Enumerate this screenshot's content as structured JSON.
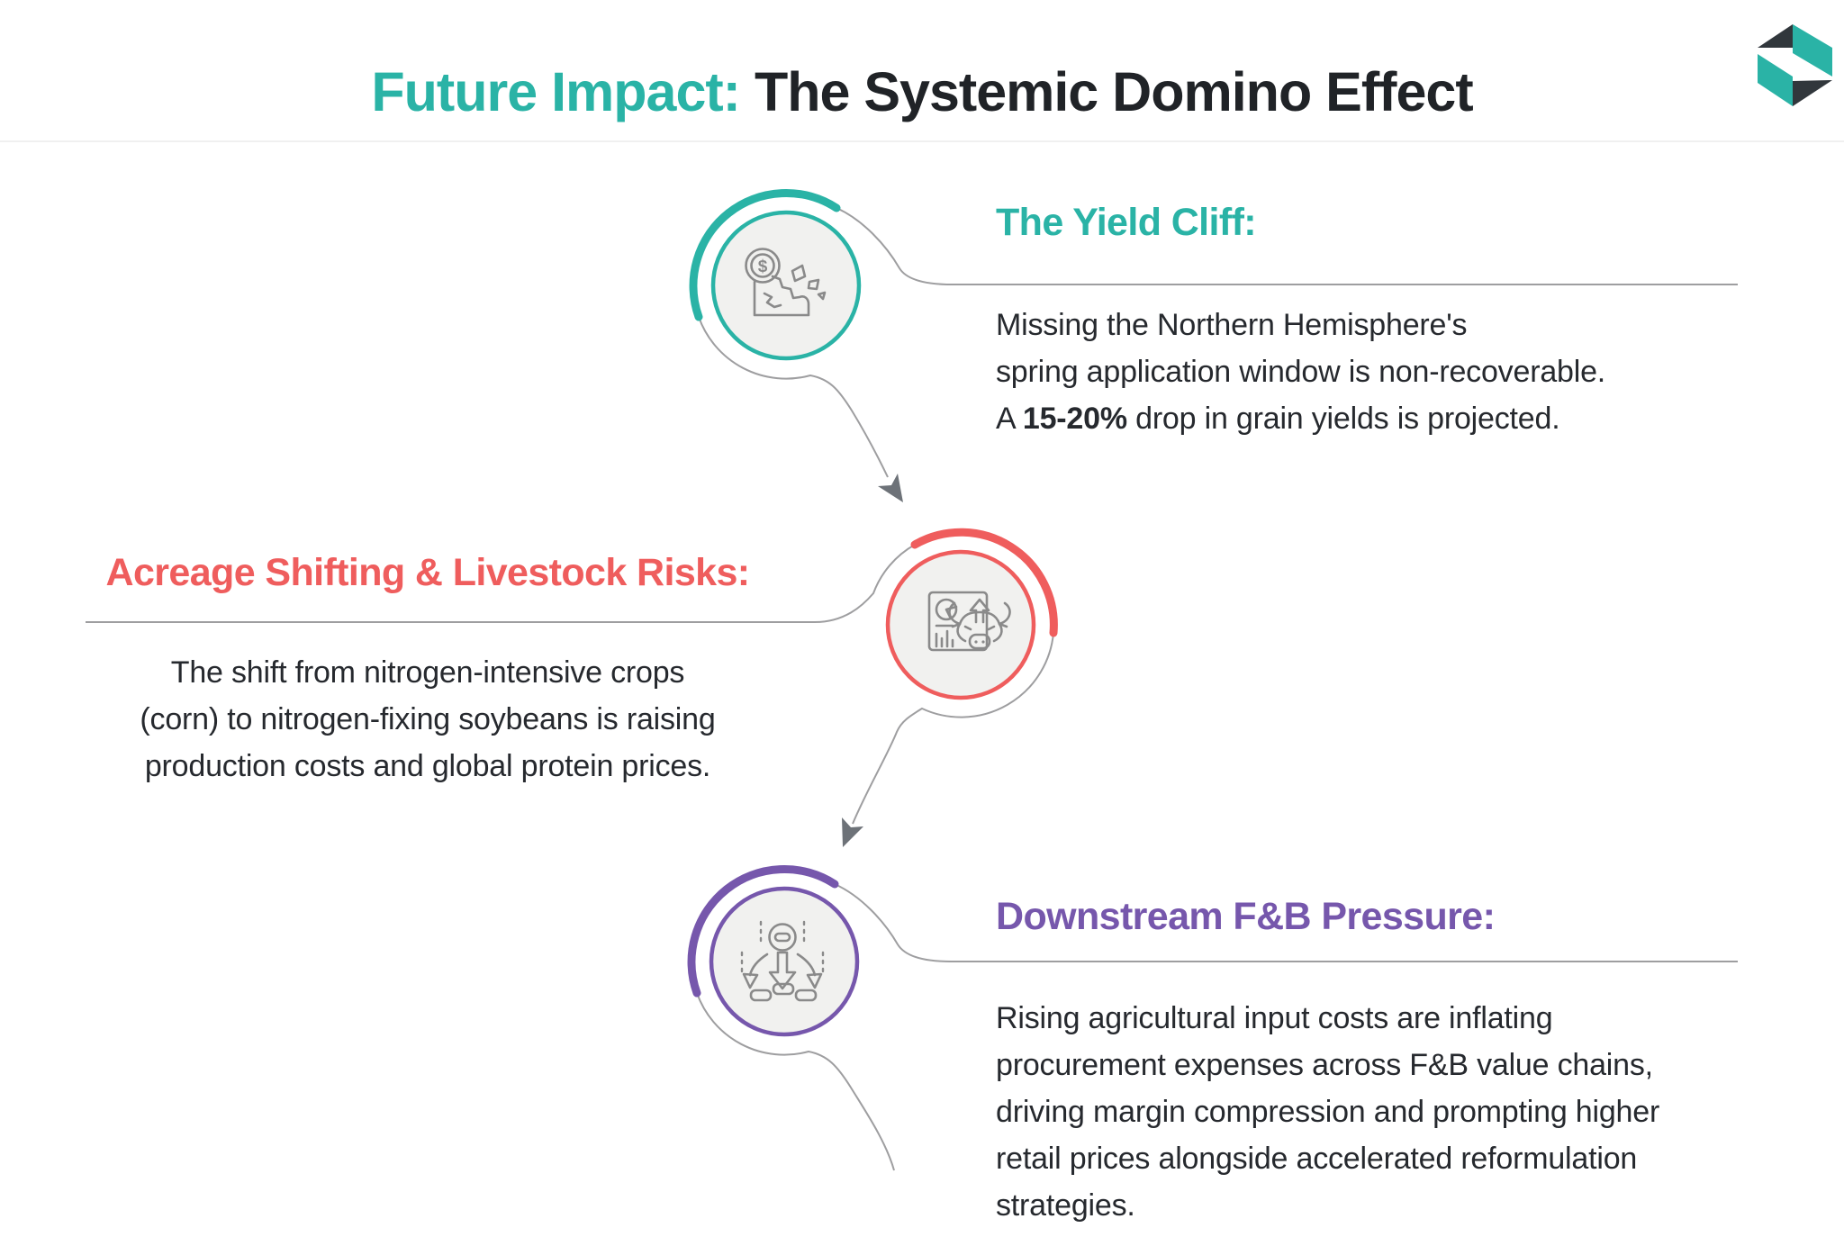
{
  "header": {
    "title_accent": "Future Impact:",
    "title_rest": " The Systemic Domino Effect",
    "logo_name": "cube-logo"
  },
  "palette": {
    "teal": "#2AB3A6",
    "coral": "#EF5D5D",
    "purple": "#7657AC",
    "text": "#26292E",
    "connector": "#9E9EA0",
    "arrowhead": "#6D7278",
    "node_fill": "#F1F1EF",
    "icon_stroke": "#8A8A8A",
    "logo_dark": "#31373C"
  },
  "steps": [
    {
      "heading": "The Yield Cliff:",
      "accent": "#2AB3A6",
      "icon": "dollar-cliff-icon",
      "side": "right",
      "lines": [
        "Missing the Northern Hemisphere's",
        "spring application window is non-recoverable."
      ],
      "final_prefix": "A ",
      "final_bold": "15-20%",
      "final_suffix": " drop in grain yields is projected."
    },
    {
      "heading": "Acreage Shifting & Livestock Risks:",
      "accent": "#EF5D5D",
      "icon": "bull-market-chart-icon",
      "side": "left",
      "lines": [
        "The shift from nitrogen-intensive crops",
        "(corn) to nitrogen-fixing soybeans is raising",
        "production costs and global protein prices."
      ]
    },
    {
      "heading": "Downstream F&B Pressure:",
      "accent": "#7657AC",
      "icon": "downstream-flow-icon",
      "side": "right",
      "lines": [
        "Rising agricultural input costs are inflating",
        "procurement expenses across F&B value chains,",
        "driving margin compression and prompting higher",
        "retail prices alongside accelerated reformulation",
        "strategies."
      ]
    }
  ]
}
